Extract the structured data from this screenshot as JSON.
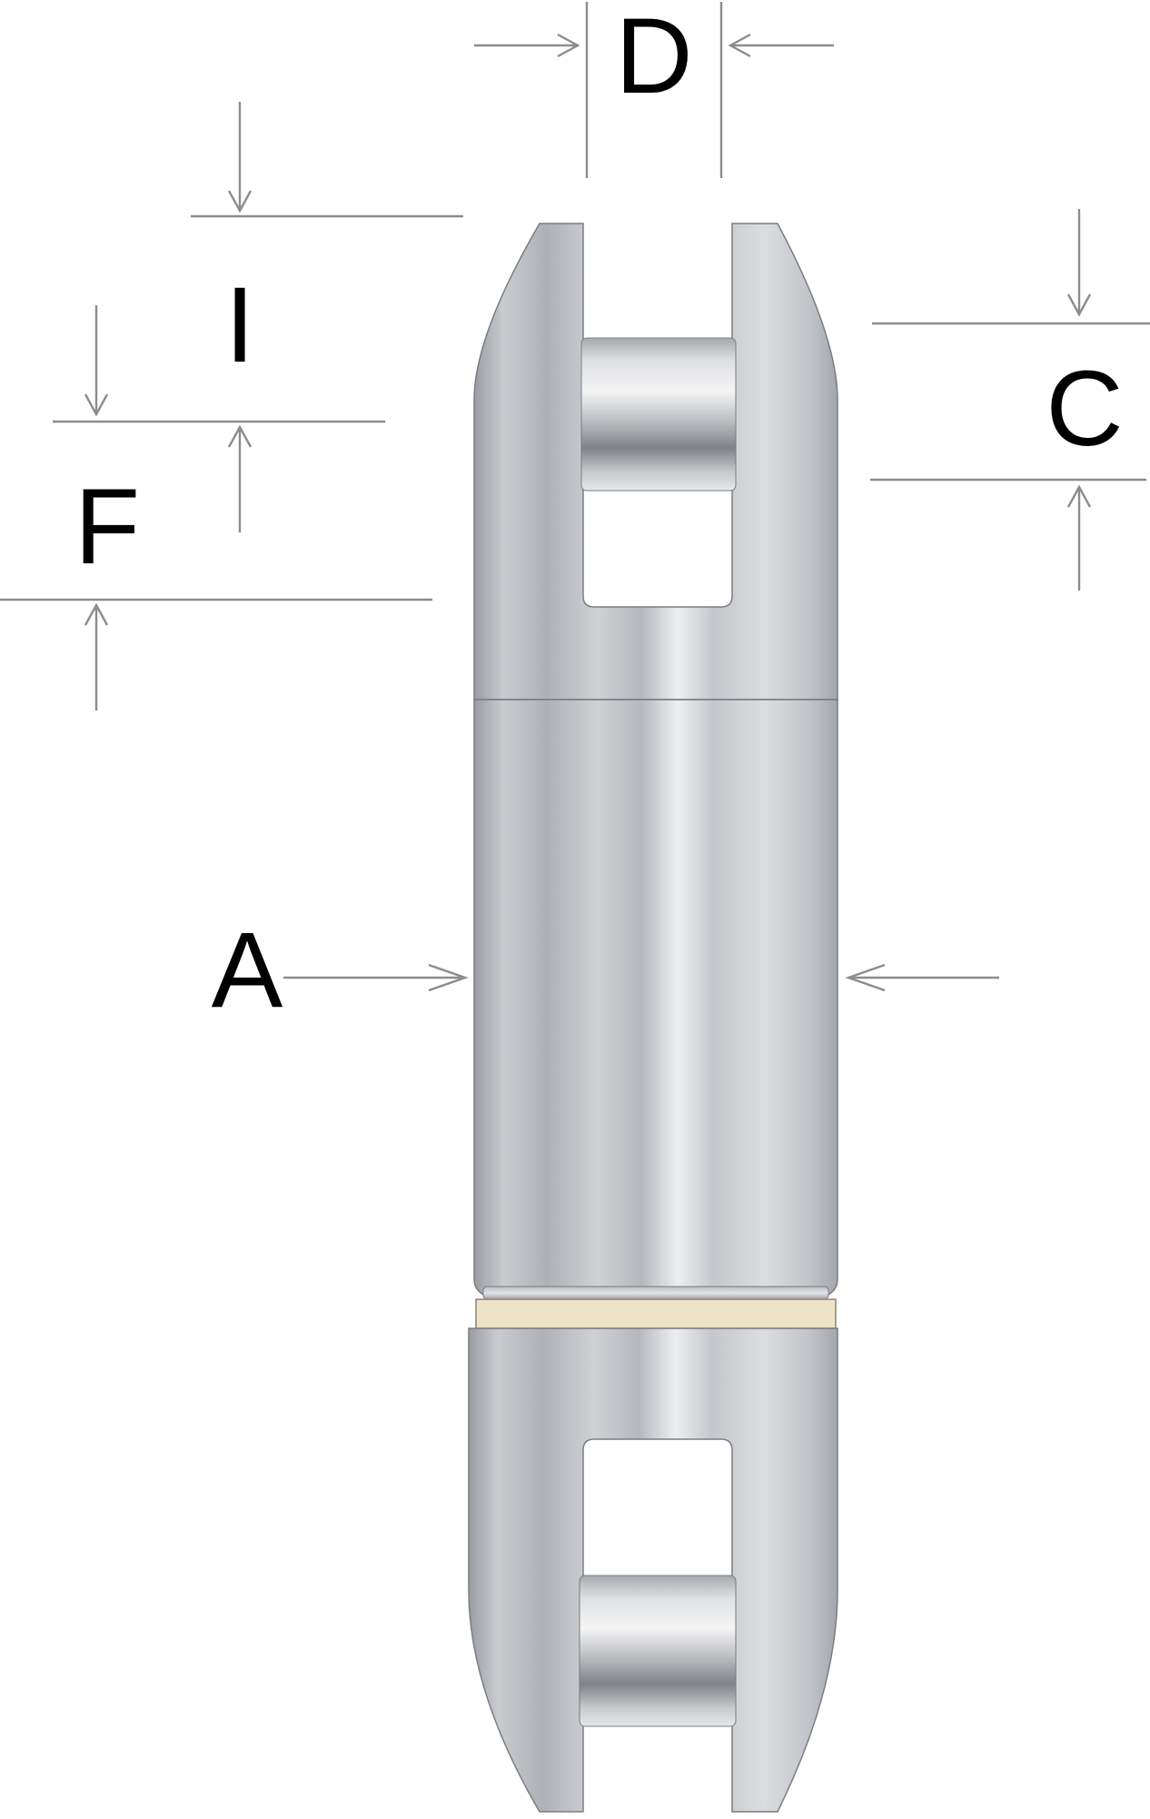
{
  "dimensions": {
    "A": "A",
    "C": "C",
    "D": "D",
    "F": "F",
    "I": "I"
  },
  "colors": {
    "background": "#ffffff",
    "steel_light": "#e8e9eb",
    "steel_mid": "#b9bcc1",
    "steel_dark": "#8e9298",
    "bearing_washer": "#ede3c6",
    "dimension_line": "#8c8c8c",
    "label": "#000000"
  }
}
